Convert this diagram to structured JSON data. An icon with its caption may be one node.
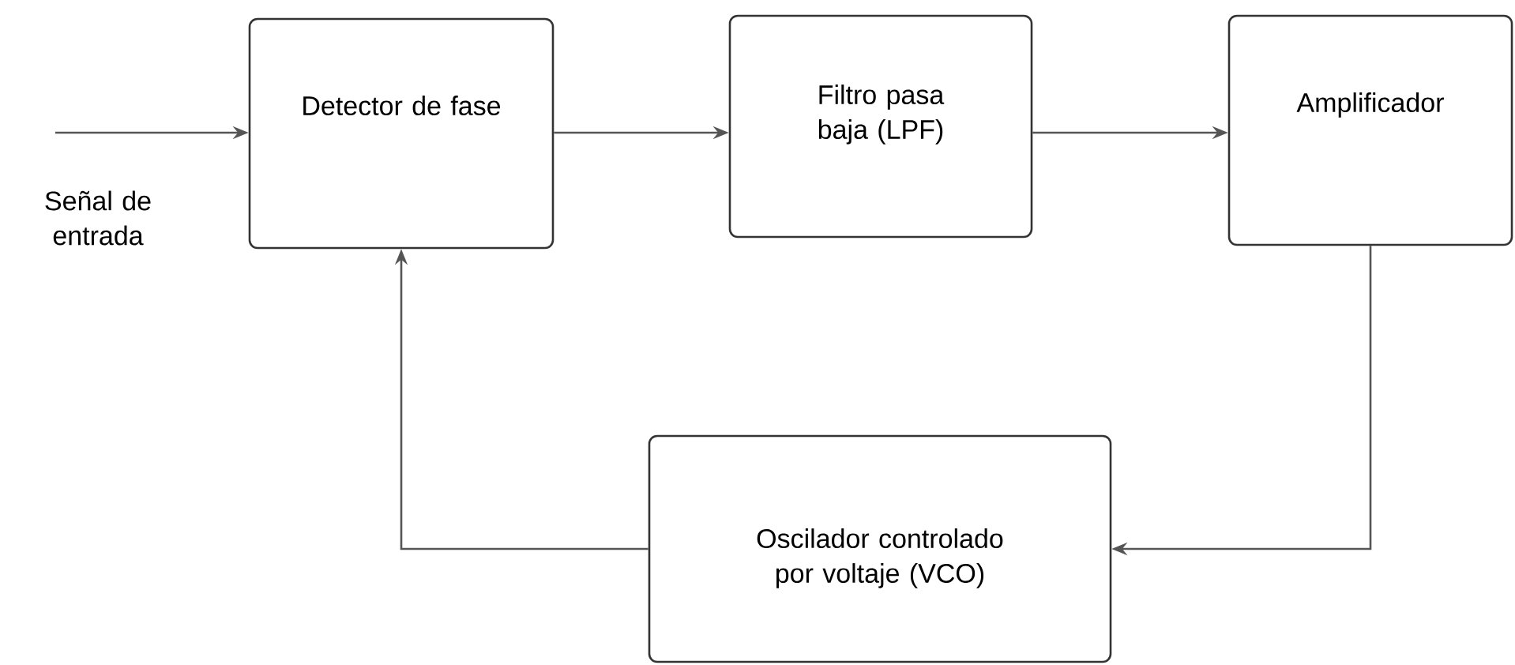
{
  "diagram": {
    "nodes": [
      {
        "text": [
          "Detector de fase"
        ]
      },
      {
        "text": [
          "Filtro pasa baja (LPF)"
        ]
      },
      {
        "text": [
          "Amplificador"
        ]
      },
      {
        "text": [
          "Oscilador controlado por voltaje (VCO)"
        ]
      }
    ],
    "edges": [
      {
        "from": null,
        "to": 0,
        "arrow": "to",
        "label": "Señal de entrada"
      },
      {
        "from": 0,
        "to": 1,
        "arrow": "to"
      },
      {
        "from": 1,
        "to": 2,
        "arrow": "to"
      },
      {
        "from": 2,
        "to": 3,
        "arrow": "to"
      },
      {
        "from": 3,
        "to": 0,
        "arrow": "to"
      }
    ]
  }
}
